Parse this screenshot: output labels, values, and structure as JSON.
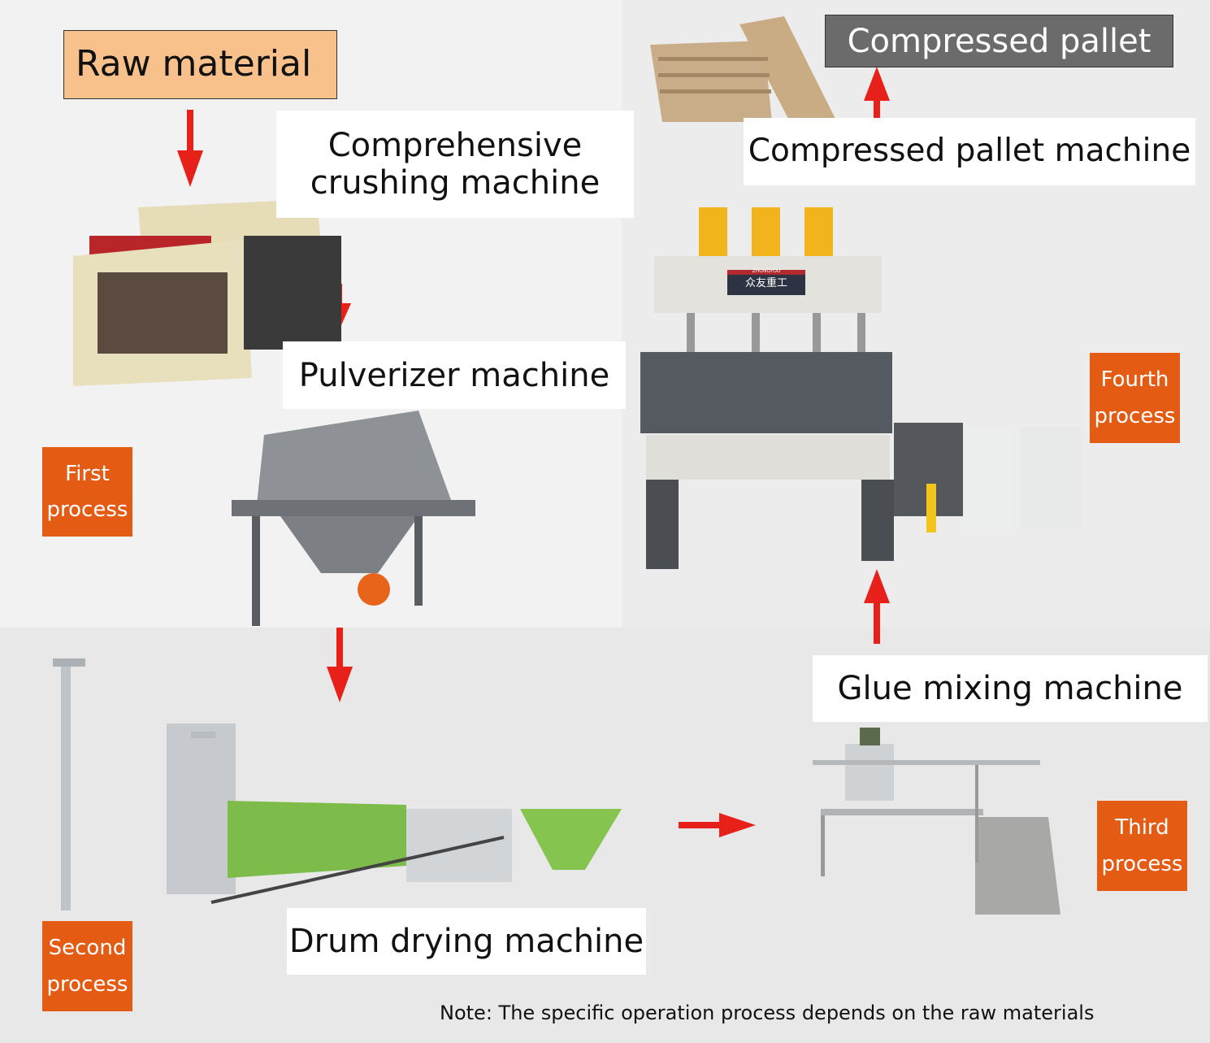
{
  "title_box": "Raw material",
  "labels": {
    "crushing": "Comprehensive crushing machine",
    "pulverizer": "Pulverizer machine",
    "drum": "Drum drying machine",
    "glue": "Glue mixing machine",
    "pallet_machine": "Compressed pallet machine",
    "pallet": "Compressed pallet"
  },
  "processes": {
    "first": "First\nprocess",
    "second": "Second\nprocess",
    "third": "Third\nprocess",
    "fourth": "Fourth\nprocess"
  },
  "machine_logo": {
    "brand": "ZHONGYOU",
    "chinese": "众友重工"
  },
  "note": "Note: The specific operation process depends on the raw materials",
  "colors": {
    "process": "#e45b14",
    "raw_material": "#f8c08a",
    "arrow": "#e8201a",
    "pallet_box": "#6b6b6b"
  }
}
